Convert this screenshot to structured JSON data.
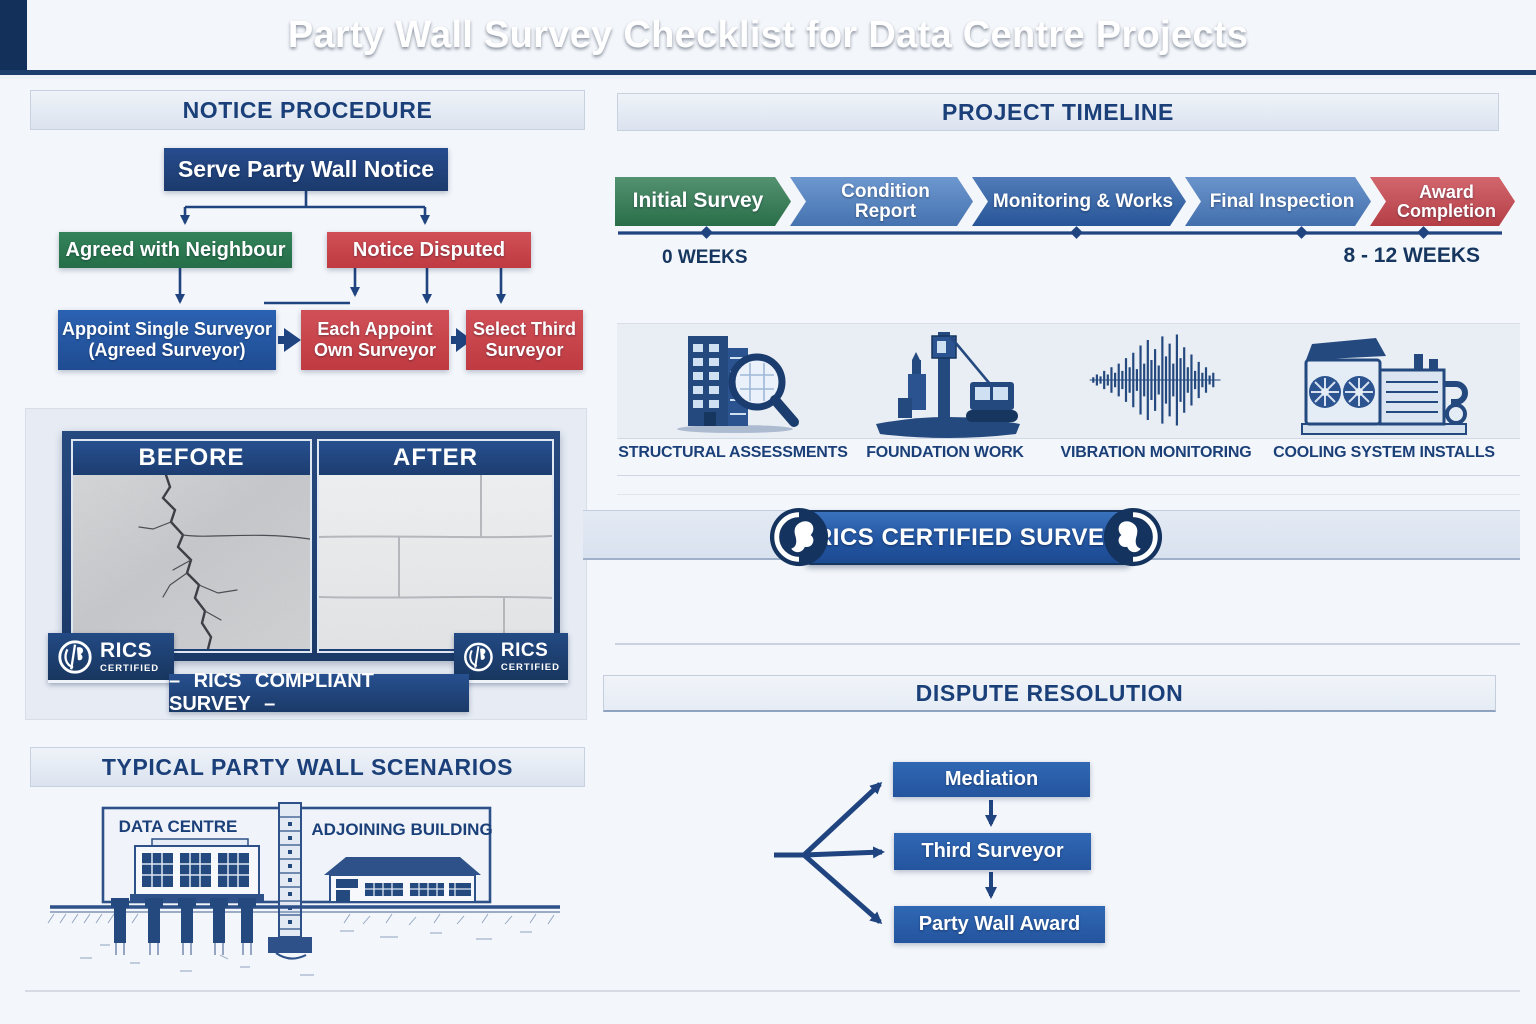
{
  "header": {
    "title": "Party Wall Survey Checklist for Data Centre Projects"
  },
  "notice": {
    "title": "NOTICE PROCEDURE",
    "serve": "Serve Party Wall Notice",
    "agreed": "Agreed with Neighbour",
    "disputed": "Notice Disputed",
    "single_line1": "Appoint Single Surveyor",
    "single_line2": "(Agreed Surveyor)",
    "each_line1": "Each Appoint",
    "each_line2": "Own Surveyor",
    "third_line1": "Select Third",
    "third_line2": "Surveyor"
  },
  "before_after": {
    "before_label": "BEFORE",
    "after_label": "AFTER",
    "badge_title": "RICS",
    "badge_sub": "CERTIFIED",
    "caption": "– RICS COMPLIANT SURVEY –"
  },
  "scenarios": {
    "title": "TYPICAL PARTY WALL SCENARIOS",
    "left_label": "DATA CENTRE",
    "right_label": "ADJOINING BUILDING"
  },
  "timeline": {
    "title": "PROJECT TIMELINE",
    "stages": [
      {
        "label": "Initial Survey",
        "color": "#2e7a51"
      },
      {
        "label": "Condition Report",
        "color": "#4d80c4"
      },
      {
        "label": "Monitoring & Works",
        "color": "#2b5fa9"
      },
      {
        "label": "Final Inspection",
        "color": "#4a7cc0"
      },
      {
        "label": "Award Completion",
        "color": "#c9454e"
      }
    ],
    "start_label": "0 WEEKS",
    "end_label": "8 - 12 WEEKS"
  },
  "services": {
    "items": [
      {
        "label": "STRUCTURAL ASSESSMENTS",
        "icon": "building-magnifier-icon"
      },
      {
        "label": "FOUNDATION WORK",
        "icon": "piling-rig-icon"
      },
      {
        "label": "VIBRATION MONITORING",
        "icon": "seismograph-waveform-icon"
      },
      {
        "label": "COOLING SYSTEM INSTALLS",
        "icon": "chiller-unit-icon"
      }
    ]
  },
  "banner": {
    "text": "RICS CERTIFIED SURVEY"
  },
  "dispute": {
    "title": "DISPUTE RESOLUTION",
    "steps": [
      "Mediation",
      "Third Surveyor",
      "Party Wall Award"
    ]
  },
  "colors": {
    "header_blue": "#2f5f9b",
    "navy": "#1e3f74",
    "green": "#2e7a51",
    "red": "#c9454e",
    "mid_blue": "#2456a3",
    "heading_text": "#1b4079"
  }
}
